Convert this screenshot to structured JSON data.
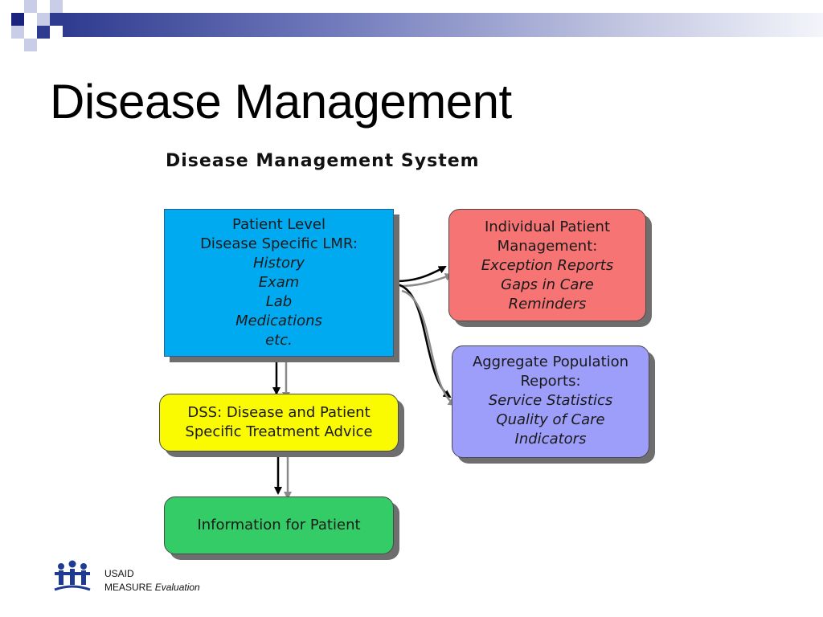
{
  "slide": {
    "title": "Disease Management"
  },
  "diagram": {
    "title": "Disease Management System",
    "boxes": {
      "lmr": {
        "color": "#00aaf0",
        "lines": [
          "Patient Level",
          "Disease Specific LMR:"
        ],
        "items": [
          "History",
          "Exam",
          "Lab",
          "Medications",
          "etc."
        ]
      },
      "individual": {
        "color": "#f77474",
        "lines": [
          "Individual Patient",
          "Management:"
        ],
        "items": [
          "Exception Reports",
          "Gaps in Care",
          "Reminders"
        ]
      },
      "aggregate": {
        "color": "#9d9dfa",
        "lines": [
          "Aggregate Population",
          "Reports:"
        ],
        "items": [
          "Service Statistics",
          "Quality of Care",
          "Indicators"
        ]
      },
      "dss": {
        "color": "#fafa00",
        "lines": [
          "DSS: Disease and Patient",
          "Specific Treatment Advice"
        ]
      },
      "info": {
        "color": "#33cc66",
        "lines": [
          "Information for Patient"
        ]
      }
    }
  },
  "footer": {
    "org": "USAID",
    "line2_plain": "MEASURE",
    "line2_italic": "Evaluation"
  }
}
